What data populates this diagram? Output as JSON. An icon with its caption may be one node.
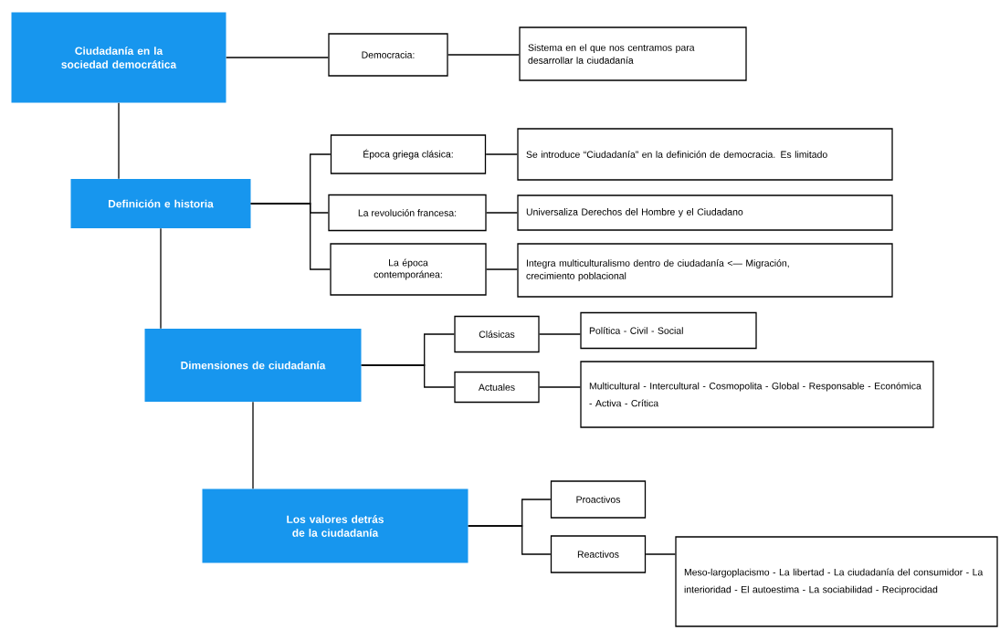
{
  "diagram": {
    "nodes": [
      {
        "text": [
          "Ciudadanía en la sociedad democrática"
        ]
      },
      {
        "text": [
          "Democracia:"
        ]
      },
      {
        "text": [
          "Sistema en el que nos centramos para desarrollar la ciudadanía"
        ]
      },
      {
        "text": [
          "Definición e historia"
        ]
      },
      {
        "text": [
          "Época griega clásica:"
        ]
      },
      {
        "text": [
          "Se introduce “Ciudadanía” en la definición de democracia. Es limitado"
        ]
      },
      {
        "text": [
          "La revolución francesa:"
        ]
      },
      {
        "text": [
          "Universaliza Derechos del Hombre y el Ciudadano"
        ]
      },
      {
        "text": [
          "La época contemporánea:"
        ]
      },
      {
        "text": [
          "Integra multiculturalismo dentro de ciudadanía <— Migración, crecimiento poblacional"
        ]
      },
      {
        "text": [
          "Dimensiones de ciudadanía"
        ]
      },
      {
        "text": [
          "Clásicas"
        ]
      },
      {
        "text": [
          "Política - Civil - Social"
        ]
      },
      {
        "text": [
          "Actuales"
        ]
      },
      {
        "text": [
          "Multicultural - Intercultural - Cosmopolita - Global - Responsable - Económica - Activa - Crítica"
        ]
      },
      {
        "text": [
          "Los valores detrás de la ciudadanía"
        ]
      },
      {
        "text": [
          "Proactivos"
        ]
      },
      {
        "text": [
          "Reactivos"
        ]
      },
      {
        "text": [
          "Meso-largoplacismo - La libertad - La ciudadanía del consumidor - La interioridad - El autoestima - La sociabilidad - Reciprocidad"
        ]
      }
    ],
    "edges": [
      {
        "from": 0,
        "to": 1,
        "arrow": "none"
      },
      {
        "from": 1,
        "to": 2,
        "arrow": "none"
      },
      {
        "from": 0,
        "to": 3,
        "arrow": "none"
      },
      {
        "from": 3,
        "to": 4,
        "arrow": "none"
      },
      {
        "from": 3,
        "to": 6,
        "arrow": "none"
      },
      {
        "from": 3,
        "to": 8,
        "arrow": "none"
      },
      {
        "from": 4,
        "to": 5,
        "arrow": "none"
      },
      {
        "from": 6,
        "to": 7,
        "arrow": "none"
      },
      {
        "from": 8,
        "to": 9,
        "arrow": "none"
      },
      {
        "from": 3,
        "to": 10,
        "arrow": "none"
      },
      {
        "from": 10,
        "to": 11,
        "arrow": "none"
      },
      {
        "from": 10,
        "to": 13,
        "arrow": "none"
      },
      {
        "from": 11,
        "to": 12,
        "arrow": "none"
      },
      {
        "from": 13,
        "to": 14,
        "arrow": "none"
      },
      {
        "from": 10,
        "to": 15,
        "arrow": "none"
      },
      {
        "from": 15,
        "to": 16,
        "arrow": "none"
      },
      {
        "from": 15,
        "to": 17,
        "arrow": "none"
      },
      {
        "from": 17,
        "to": 18,
        "arrow": "none"
      }
    ]
  }
}
